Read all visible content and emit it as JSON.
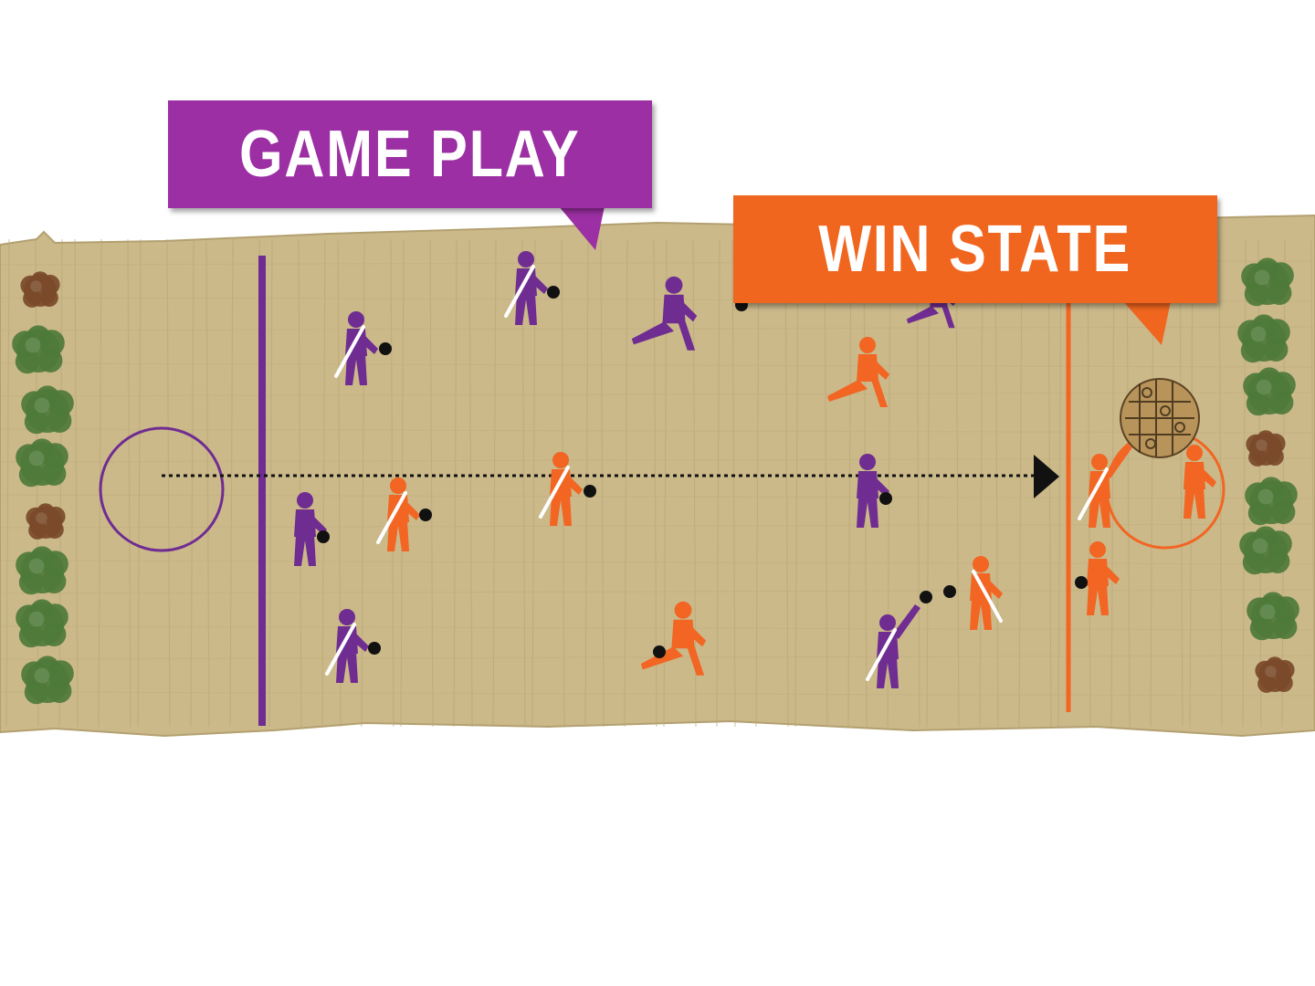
{
  "callouts": {
    "game_play": {
      "label": "GAME PLAY",
      "color": "#9b2fa3"
    },
    "win_state": {
      "label": "WIN STATE",
      "color": "#f0661f"
    }
  },
  "teams": {
    "purple": {
      "color": "#6f2c91"
    },
    "orange": {
      "color": "#f26522"
    }
  },
  "field": {
    "background": "#cbb98a",
    "grain": "#b8a472",
    "bushes": [
      "#4e7a3a",
      "#7a4a2a"
    ]
  },
  "icons": [
    "tree-icon",
    "shrub-icon",
    "ball-icon",
    "stick-icon",
    "player-icon",
    "goal-circle",
    "arrow-icon"
  ]
}
